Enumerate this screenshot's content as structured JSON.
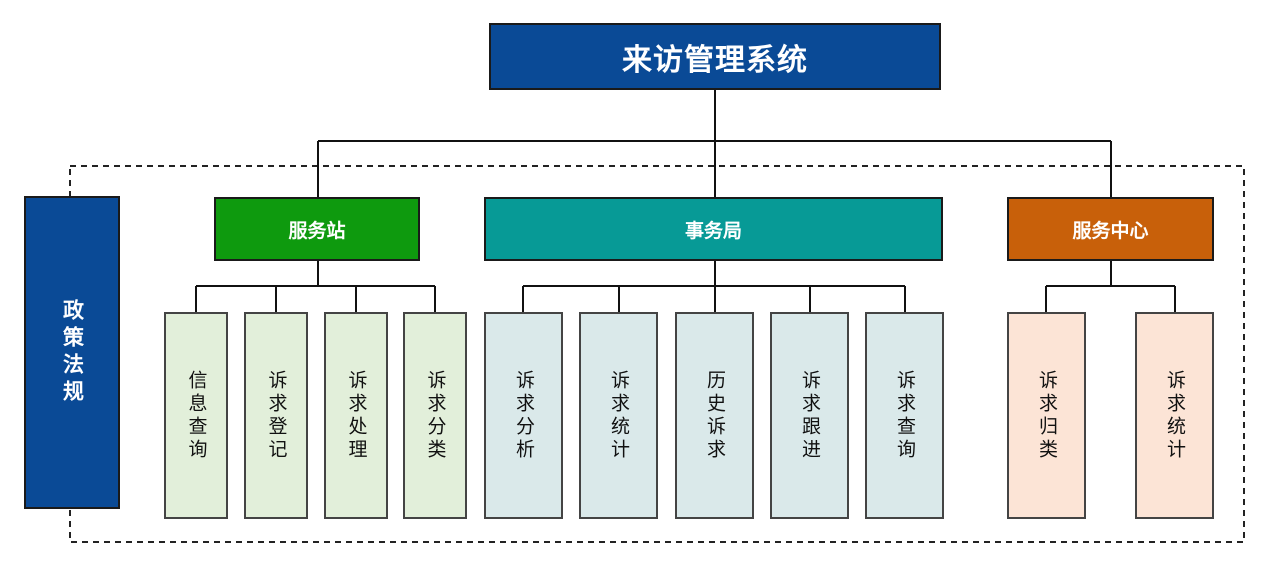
{
  "root": {
    "title": "来访管理系统"
  },
  "side": {
    "label": "政策法规"
  },
  "groups": [
    {
      "title": "服务站",
      "color": "#0e9a0e",
      "items": [
        "信息查询",
        "诉求登记",
        "诉求处理",
        "诉求分类"
      ]
    },
    {
      "title": "事务局",
      "color": "#079a96",
      "items": [
        "诉求分析",
        "诉求统计",
        "历史诉求",
        "诉求跟进",
        "诉求查询"
      ]
    },
    {
      "title": "服务中心",
      "color": "#c8600a",
      "items": [
        "诉求归类",
        "诉求统计"
      ]
    }
  ],
  "colors": {
    "root": "#0a4a96",
    "leaf_green": "#e2efda",
    "leaf_teal": "#dae9ea",
    "leaf_orange": "#fce4d6"
  }
}
